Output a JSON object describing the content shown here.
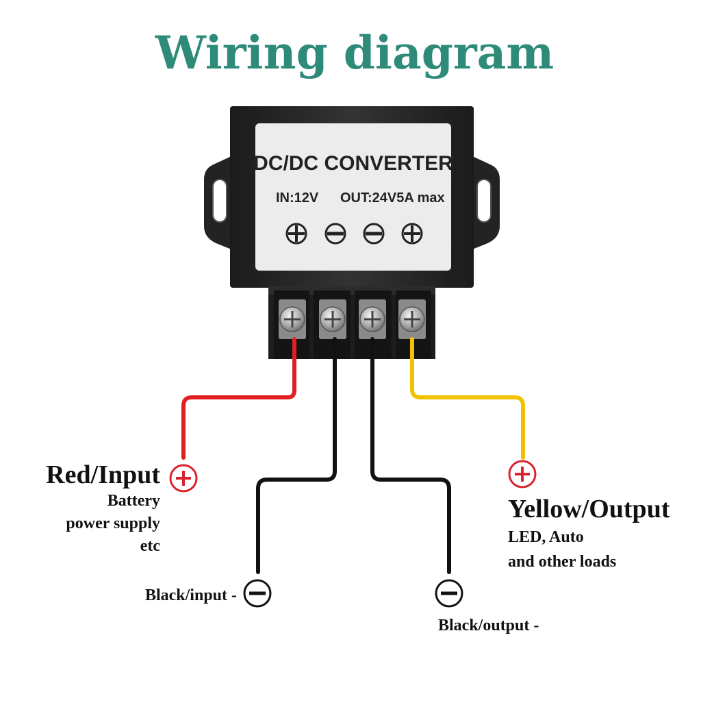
{
  "title": "Wiring diagram",
  "device": {
    "name": "DC/DC CONVERTER",
    "input_spec": "IN:12V",
    "output_spec": "OUT:24V5A max",
    "terminal_symbols": [
      "+",
      "−",
      "−",
      "+"
    ]
  },
  "wires": [
    {
      "id": "red-input",
      "label": "Red/Input",
      "symbol": "+",
      "desc": [
        "Battery",
        "power supply",
        "etc"
      ],
      "color": "#e02020"
    },
    {
      "id": "black-input",
      "label": "Black/input -",
      "symbol": "−",
      "color": "#111111"
    },
    {
      "id": "black-output",
      "label": "Black/output -",
      "symbol": "−",
      "color": "#111111"
    },
    {
      "id": "yellow-output",
      "label": "Yellow/Output",
      "symbol": "+",
      "desc": [
        "LED, Auto",
        "and other loads"
      ],
      "color": "#f2c200"
    }
  ],
  "colors": {
    "title": "#2e8b7a",
    "positive_symbol": "#d9232d",
    "negative_symbol": "#111111",
    "device_body": "#2a2a2a",
    "label_plate": "#ececec"
  }
}
